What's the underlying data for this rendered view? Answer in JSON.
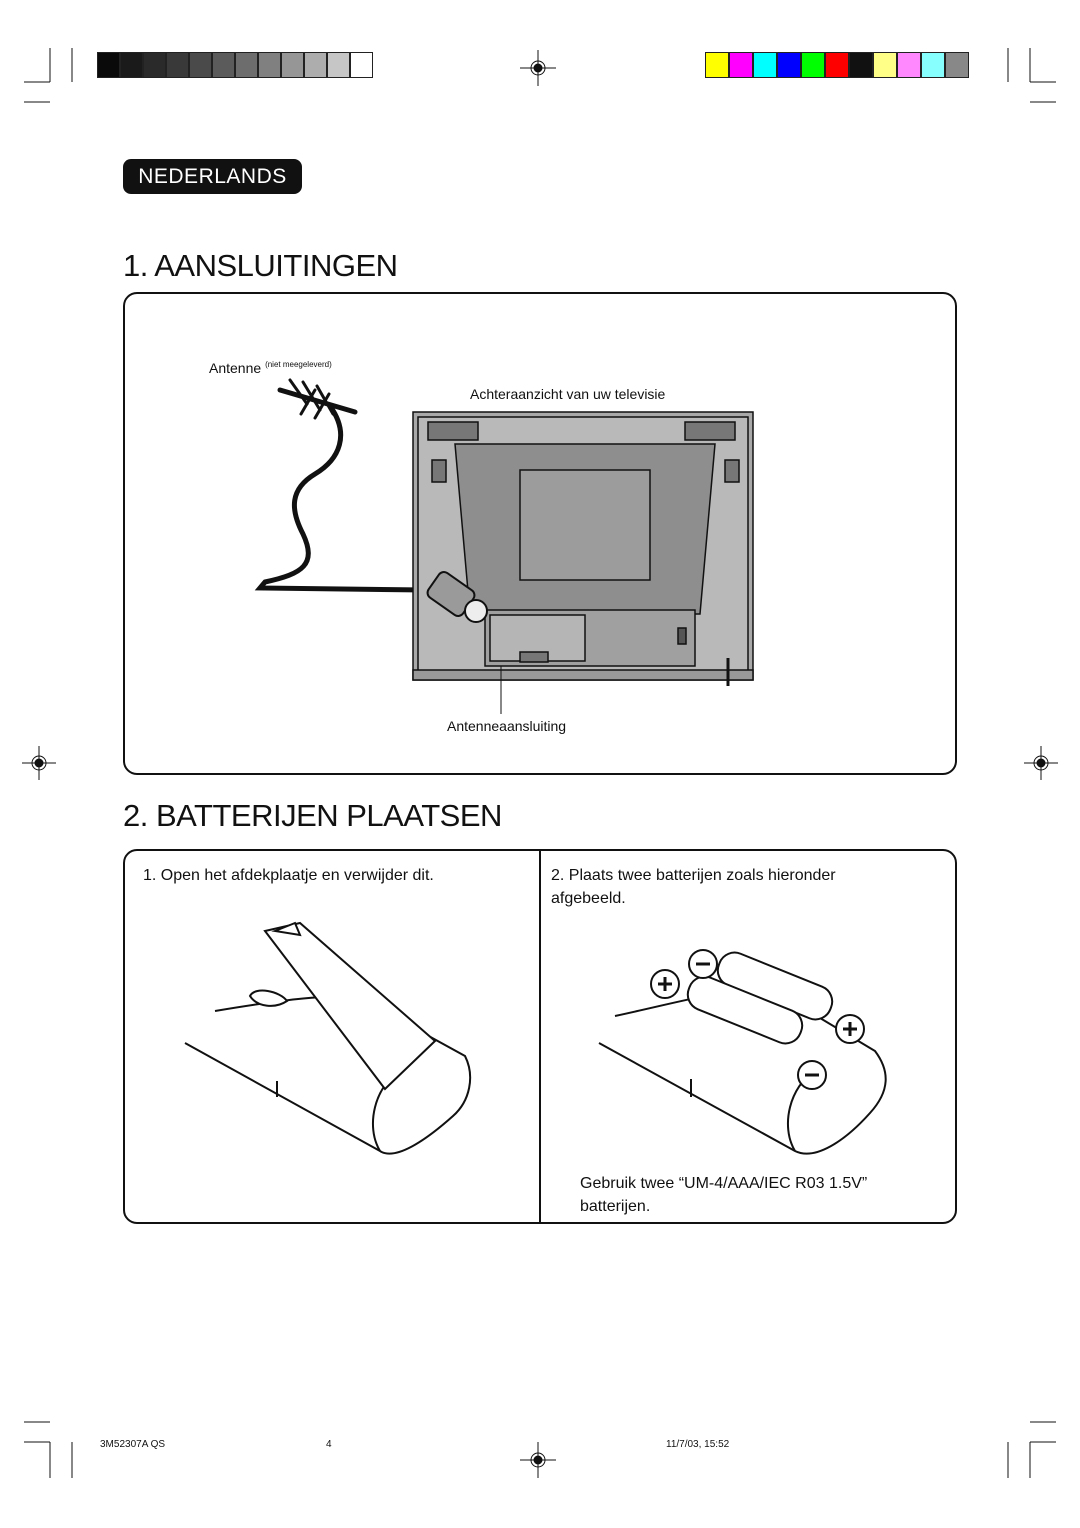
{
  "language_tab": "NEDERLANDS",
  "section1": {
    "title": "1. AANSLUITINGEN",
    "antenna_label": "Antenne",
    "antenna_note": "(niet meegeleverd)",
    "tv_rear_label": "Achteraanzicht van uw televisie",
    "jack_label": "Antenneaansluiting"
  },
  "section2": {
    "title": "2. BATTERIJEN PLAATSEN",
    "step1_num": "1.",
    "step1_text": "Open het afdekplaatje en verwijder dit.",
    "step2_num": "2.",
    "step2_text": "Plaats twee batterijen zoals hieronder afgebeeld.",
    "battery_note": "Gebruik twee “UM-4/AAA/IEC R03 1.5V” batterijen."
  },
  "footer": {
    "code": "3M52307A QS",
    "page": "4",
    "date": "11/7/03, 15:52"
  },
  "colors": {
    "gray_bar": [
      "#0a0a0a",
      "#1a1a1a",
      "#2a2a2a",
      "#393939",
      "#4a4a4a",
      "#5b5b5b",
      "#6d6d6d",
      "#808080",
      "#969696",
      "#adadad",
      "#c6c6c6",
      "#ffffff"
    ],
    "color_bar": [
      "#ffff00",
      "#ff00ff",
      "#00ffff",
      "#0000ff",
      "#00ff00",
      "#ff0000",
      "#111111",
      "#ffff88",
      "#ff88ff",
      "#88ffff",
      "#888888"
    ]
  }
}
